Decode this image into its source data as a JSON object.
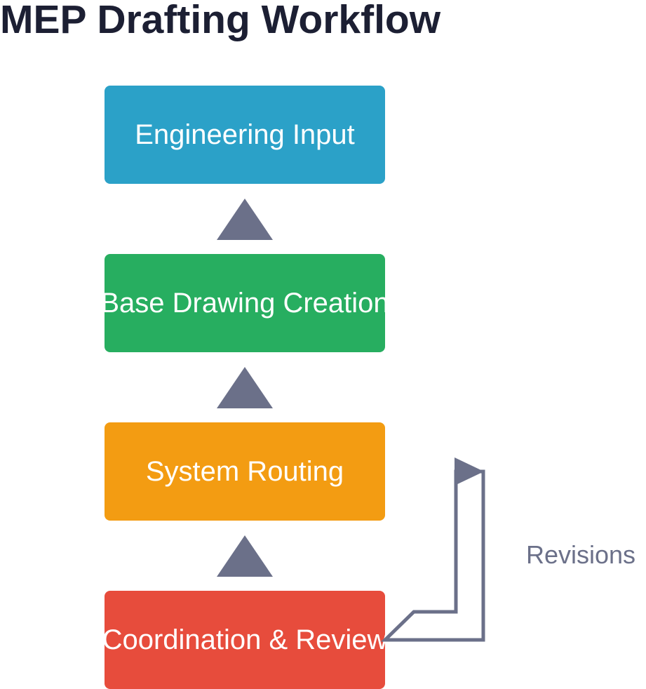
{
  "title": "MEP Drafting Workflow",
  "steps": [
    {
      "label": "Engineering Input",
      "color": "#2ba1c8"
    },
    {
      "label": "Base Drawing Creation",
      "color": "#27ae60"
    },
    {
      "label": "System Routing",
      "color": "#f39c12"
    },
    {
      "label": "Coordination & Review",
      "color": "#e74c3c"
    }
  ],
  "connector_color": "#6b7089",
  "loop": {
    "label": "Revisions"
  }
}
